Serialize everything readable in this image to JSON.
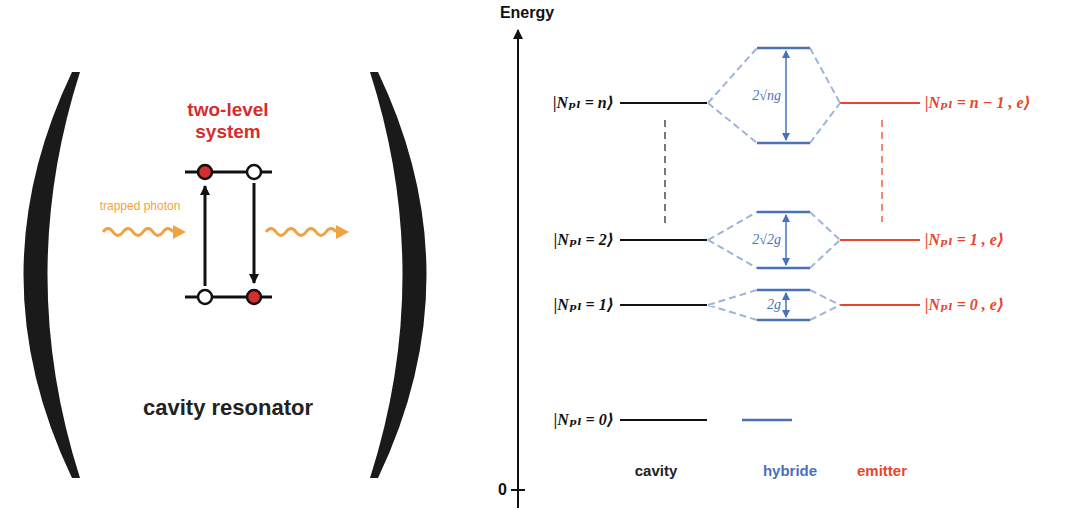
{
  "diagram": {
    "labels": [
      "two-level system",
      "trapped photon",
      "cavity resonator",
      "Energy",
      "0",
      "|Nₚₗ = n⟩",
      "|Nₚₗ = n − 1 , e⟩",
      "2√ng",
      "|Nₚₗ = 2⟩",
      "2√2g",
      "|Nₚₗ = 1 , e⟩",
      "|Nₚₗ = 1⟩",
      "2g",
      "|Nₚₗ = 0 , e⟩",
      "|Nₚₗ = 0⟩",
      "cavity",
      "hybride",
      "emitter"
    ]
  }
}
